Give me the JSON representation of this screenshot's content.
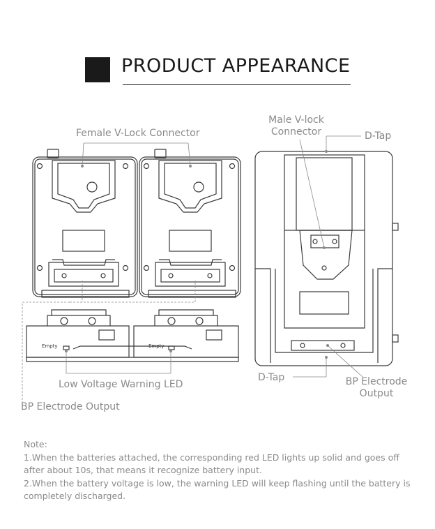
{
  "header": {
    "title": "PRODUCT APPEARANCE"
  },
  "labels": {
    "female_vlock": "Female V-Lock Connector",
    "male_vlock_line1": "Male V-lock",
    "male_vlock_line2": "Connector",
    "dtap_top": "D-Tap",
    "dtap_bottom": "D-Tap",
    "bp_electrode_line1": "BP Electrode",
    "bp_electrode_line2": "Output",
    "low_voltage_led": "Low Voltage Warning LED",
    "bp_electrode_output": "BP Electrode Output",
    "empty_left": "Empty",
    "empty_right": "Empty"
  },
  "note": {
    "heading": "Note:",
    "item1": "1.When the batteries attached, the corresponding red LED lights up solid and goes off after about 10s, that means it recognize battery input.",
    "item2": "2.When the battery voltage is low, the warning LED will keep flashing until the battery is completely discharged."
  },
  "colors": {
    "title": "#1a1a1a",
    "label": "#8a8a8a",
    "line_art": "#3a3a3a"
  }
}
